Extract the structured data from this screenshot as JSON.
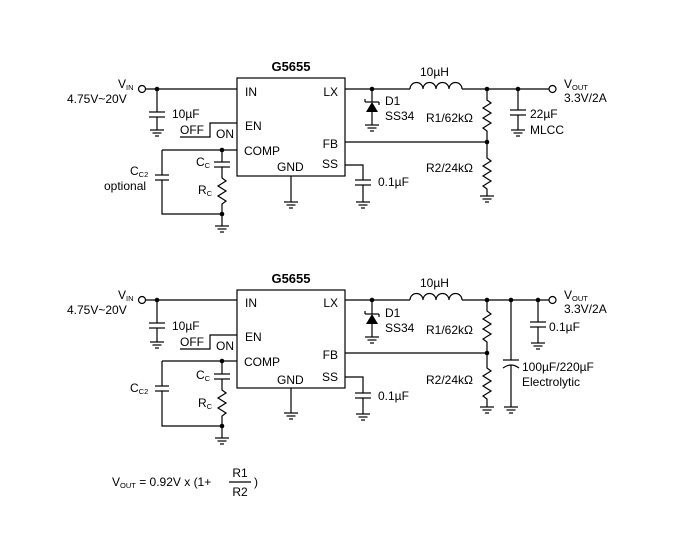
{
  "circuits": [
    {
      "chip": "G5655",
      "pins": {
        "in": "IN",
        "en": "EN",
        "comp": "COMP",
        "gnd": "GND",
        "lx": "LX",
        "fb": "FB",
        "ss": "SS"
      },
      "vin": {
        "v": "V",
        "sub": "IN",
        "range": "4.75V~20V"
      },
      "cin": "10µF",
      "off": "OFF",
      "on": "ON",
      "cc2": {
        "c": "C",
        "sub": "C2"
      },
      "cc2_note": "optional",
      "cc": {
        "c": "C",
        "sub": "C"
      },
      "rc": {
        "r": "R",
        "sub": "C"
      },
      "inductor": "10µH",
      "diode": {
        "name": "D1",
        "part": "SS34"
      },
      "r1": "R1/62kΩ",
      "r2": "R2/24kΩ",
      "css": "0.1µF",
      "vout": {
        "v": "V",
        "sub": "OUT",
        "value": "3.3V/2A"
      },
      "cout_value": "22µF",
      "cout_type": "MLCC"
    },
    {
      "chip": "G5655",
      "pins": {
        "in": "IN",
        "en": "EN",
        "comp": "COMP",
        "gnd": "GND",
        "lx": "LX",
        "fb": "FB",
        "ss": "SS"
      },
      "vin": {
        "v": "V",
        "sub": "IN",
        "range": "4.75V~20V"
      },
      "cin": "10µF",
      "off": "OFF",
      "on": "ON",
      "cc2": {
        "c": "C",
        "sub": "C2"
      },
      "cc": {
        "c": "C",
        "sub": "C"
      },
      "rc": {
        "r": "R",
        "sub": "C"
      },
      "inductor": "10µH",
      "diode": {
        "name": "D1",
        "part": "SS34"
      },
      "r1": "R1/62kΩ",
      "r2": "R2/24kΩ",
      "css": "0.1µF",
      "vout": {
        "v": "V",
        "sub": "OUT",
        "value": "3.3V/2A"
      },
      "cout_small": "0.1µF",
      "cout_value": "100µF/220µF",
      "cout_type": "Electrolytic"
    }
  ],
  "formula": {
    "v": "V",
    "sub": "OUT",
    "text": " = 0.92V x (1+",
    "num": "R1",
    "den": "R2",
    "close": ")"
  }
}
